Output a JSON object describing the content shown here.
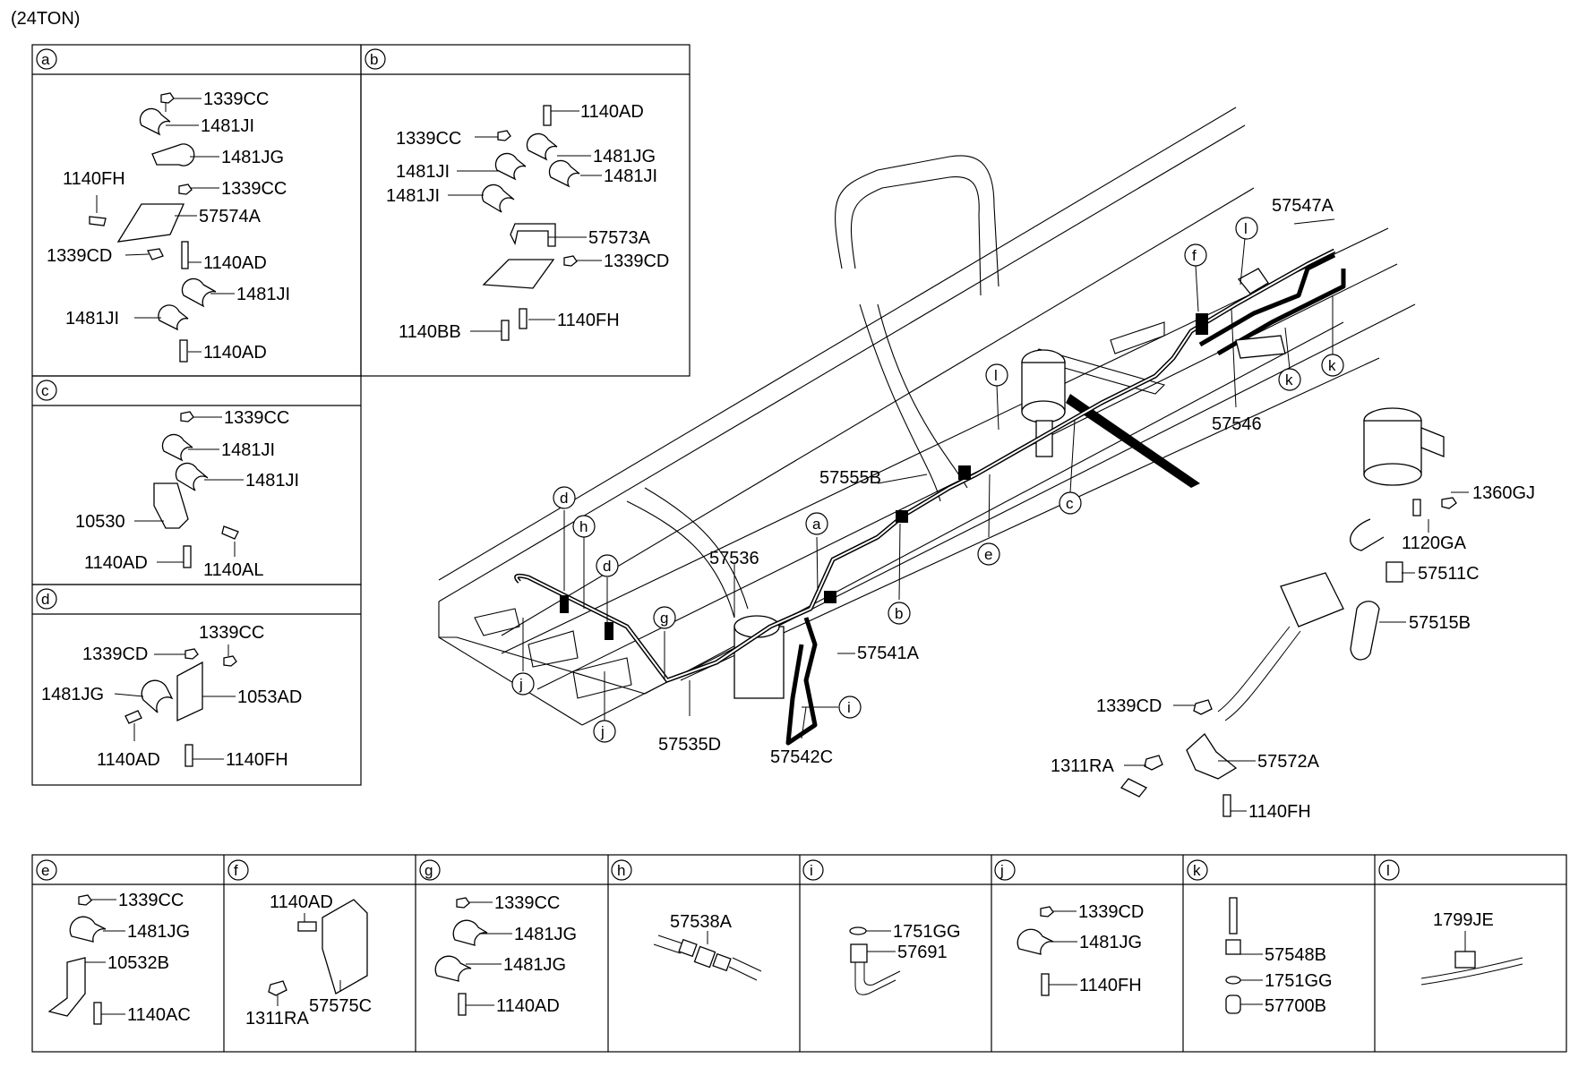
{
  "title": "(24TON)",
  "panels": {
    "a": {
      "code": "a",
      "labels": [
        "1339CC",
        "1481JI",
        "1481JG",
        "1140FH",
        "1339CC",
        "57574A",
        "1339CD",
        "1140AD",
        "1481JI",
        "1481JI",
        "1140AD"
      ]
    },
    "b": {
      "code": "b",
      "labels": [
        "1140AD",
        "1339CC",
        "1481JG",
        "1481JI",
        "1481JI",
        "1481JI",
        "57573A",
        "1339CD",
        "1140BB",
        "1140FH"
      ]
    },
    "c": {
      "code": "c",
      "labels": [
        "1339CC",
        "1481JI",
        "1481JI",
        "10530",
        "1140AD",
        "1140AL"
      ]
    },
    "d": {
      "code": "d",
      "labels": [
        "1339CC",
        "1339CD",
        "1481JG",
        "1053AD",
        "1140AD",
        "1140FH"
      ]
    },
    "e": {
      "code": "e",
      "labels": [
        "1339CC",
        "1481JG",
        "10532B",
        "1140AC"
      ]
    },
    "f": {
      "code": "f",
      "labels": [
        "1140AD",
        "1311RA",
        "57575C"
      ]
    },
    "g": {
      "code": "g",
      "labels": [
        "1339CC",
        "1481JG",
        "1481JG",
        "1140AD"
      ]
    },
    "h": {
      "code": "h",
      "labels": [
        "57538A"
      ]
    },
    "i": {
      "code": "i",
      "labels": [
        "1751GG",
        "57691"
      ]
    },
    "j": {
      "code": "j",
      "labels": [
        "1339CD",
        "1481JG",
        "1140FH"
      ]
    },
    "k": {
      "code": "k",
      "labels": [
        "57548B",
        "1751GG",
        "57700B"
      ]
    },
    "l": {
      "code": "l",
      "labels": [
        "1799JE"
      ]
    }
  },
  "main": {
    "part_labels": [
      "57547A",
      "57546",
      "57555B",
      "57536",
      "57541A",
      "57535D",
      "57542C",
      "1360GJ",
      "1120GA",
      "57511C",
      "57515B",
      "1339CD",
      "1311RA",
      "57572A",
      "1140FH"
    ],
    "callouts": [
      "f",
      "l",
      "l",
      "k",
      "k",
      "c",
      "e",
      "a",
      "b",
      "d",
      "h",
      "d",
      "g",
      "j",
      "j",
      "i"
    ]
  }
}
